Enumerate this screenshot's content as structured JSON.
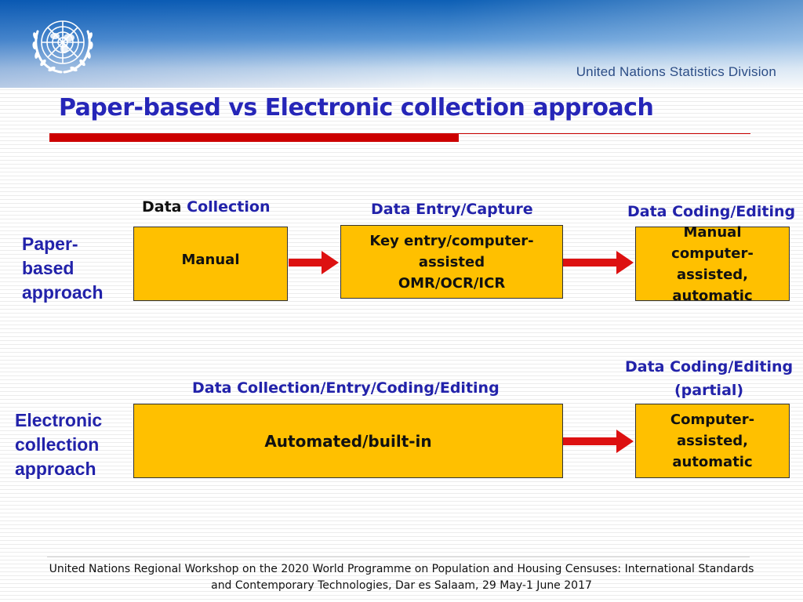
{
  "header": {
    "division": "United Nations Statistics Division",
    "logo_icon": "un-emblem-icon"
  },
  "title": "Paper-based vs Electronic collection approach",
  "paper_row": {
    "label_lines": [
      "Paper-",
      "based",
      "approach"
    ],
    "stage1": {
      "heading_part1": "Data",
      "heading_part2": "Collection",
      "box": "Manual"
    },
    "stage2": {
      "heading": "Data Entry/Capture",
      "box_lines": [
        "Key entry/computer-assisted",
        "OMR/OCR/ICR"
      ]
    },
    "stage3": {
      "heading": "Data Coding/Editing",
      "box_lines": [
        "Manual",
        "computer-assisted,",
        "automatic"
      ]
    }
  },
  "electronic_row": {
    "label_lines": [
      "Electronic",
      "collection",
      "approach"
    ],
    "stage1": {
      "heading": "Data Collection/Entry/Coding/Editing",
      "box": "Automated/built-in"
    },
    "stage2": {
      "heading_lines": [
        "Data Coding/Editing",
        "(partial)"
      ],
      "box_lines": [
        "Computer-assisted,",
        "automatic"
      ]
    }
  },
  "colors": {
    "box_fill": "#ffc000",
    "arrow": "#dd1111",
    "title": "#2626b8",
    "accent_bar": "#cc0000"
  },
  "footer": {
    "line1": "United Nations Regional Workshop on the 2020 World Programme on Population and Housing Censuses: International Standards",
    "line2": "and Contemporary Technologies, Dar es Salaam, 29 May-1 June  2017"
  }
}
